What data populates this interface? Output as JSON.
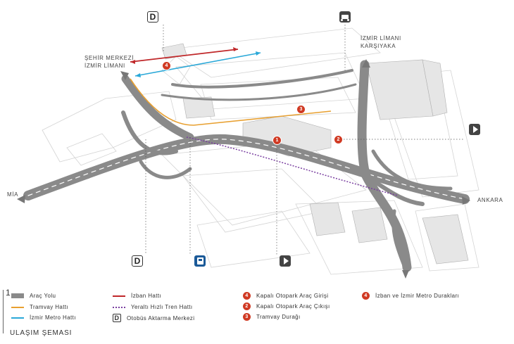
{
  "map_labels": {
    "sehir_merkezi": "ŞEHİR MERKEZİ",
    "izmir_limani_left": "İZMİR LİMANI",
    "izmir_limani_right": "İZMİR LİMANI",
    "karsiyaka": "KARŞIYAKA",
    "mia": "MİA",
    "ankara": "ANKARA"
  },
  "markers": {
    "d_top": "D",
    "d_bottom": "D",
    "n1": "1",
    "n2": "2",
    "n3": "3",
    "n4": "4"
  },
  "legend": {
    "figure_number": "1",
    "title": "ULAŞIM ŞEMASI",
    "col1": [
      {
        "label": "Araç Yolu"
      },
      {
        "label": "Tramvay Hattı"
      },
      {
        "label": "İzmir Metro Hattı"
      }
    ],
    "col2": [
      {
        "label": "İzban Hattı"
      },
      {
        "label": "Yeraltı Hızlı Tren Hattı"
      },
      {
        "label": "Otobüs Aktarma Merkezi",
        "icon": "D"
      }
    ],
    "col3": [
      {
        "num": "4",
        "label": "Kapalı Otopark Araç Girişi"
      },
      {
        "num": "2",
        "label": "Kapalı Otopark Araç Çıkışı"
      },
      {
        "num": "3",
        "label": "Tramvay Durağı"
      }
    ],
    "col4": [
      {
        "num": "4",
        "label": "İzban ve İzmir Metro Durakları"
      }
    ]
  },
  "colors": {
    "road": "#8a8a8a",
    "tram": "#e8a030",
    "metro": "#2aa8d8",
    "izban": "#c0282a",
    "train": "#7a3fa0",
    "marker": "#d03a23"
  },
  "icons": {
    "parking": "parking-icon",
    "truck": "truck-icon",
    "direction": "direction-arrow-icon"
  }
}
